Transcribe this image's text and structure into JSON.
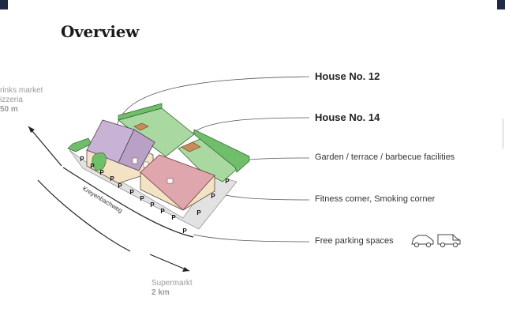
{
  "title": "Overview",
  "labels": {
    "house12": "House No. 12",
    "house14": "House No. 14",
    "garden": "Garden / terrace / barbecue facilities",
    "fitness": "Fitness corner, Smoking corner",
    "parking": "Free parking spaces"
  },
  "left_info": {
    "line1": "rinks market",
    "line2": "izzeria",
    "distance": "50 m"
  },
  "bottom_info": {
    "line1": "Supermarkt",
    "distance": "2 km"
  },
  "street": "Kreyenbachweg",
  "parking_mark": "P",
  "icons": [
    "car-icon",
    "van-icon"
  ],
  "colors": {
    "accent": "#1f2a44",
    "lawn": "#a9d8a0",
    "roof12": "#c9b3d4",
    "roof14": "#e0a6ad"
  }
}
